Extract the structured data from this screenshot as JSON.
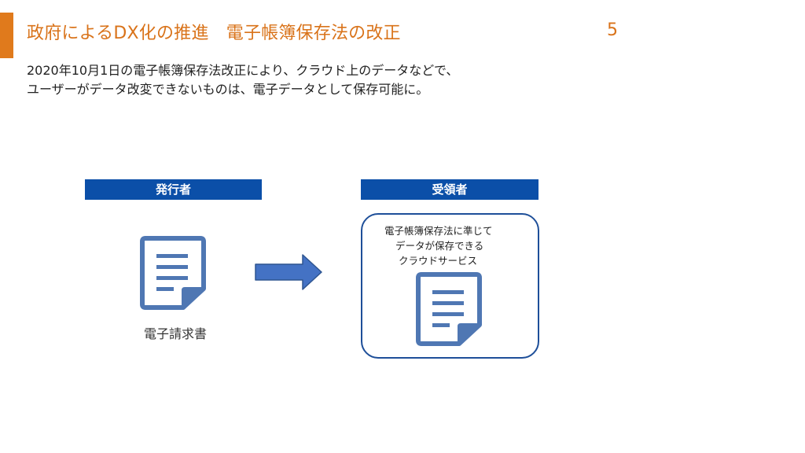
{
  "slide": {
    "title": "政府によるDX化の推進　電子帳簿保存法の改正",
    "page_number": "5",
    "accent_color": "#e07a1c",
    "body_lines": [
      "2020年10月1日の電子帳簿保存法改正により、クラウド上のデータなどで、",
      "ユーザーがデータ改変できないものは、電子データとして保存可能に。"
    ]
  },
  "diagram": {
    "issuer": {
      "label": "発行者",
      "document_icon": "document-icon",
      "document_caption": "電子請求書"
    },
    "arrow_icon": "right-arrow-icon",
    "receiver": {
      "label": "受領者",
      "cloud_service_lines": [
        "電子帳簿保存法に準じて",
        "データが保存できる",
        "クラウドサービス"
      ],
      "document_icon": "document-icon"
    },
    "colors": {
      "header_bar": "#0b4fa8",
      "icon_fill": "#4f77b3",
      "icon_stroke": "#2e5590",
      "box_border": "#1e4f99"
    }
  }
}
